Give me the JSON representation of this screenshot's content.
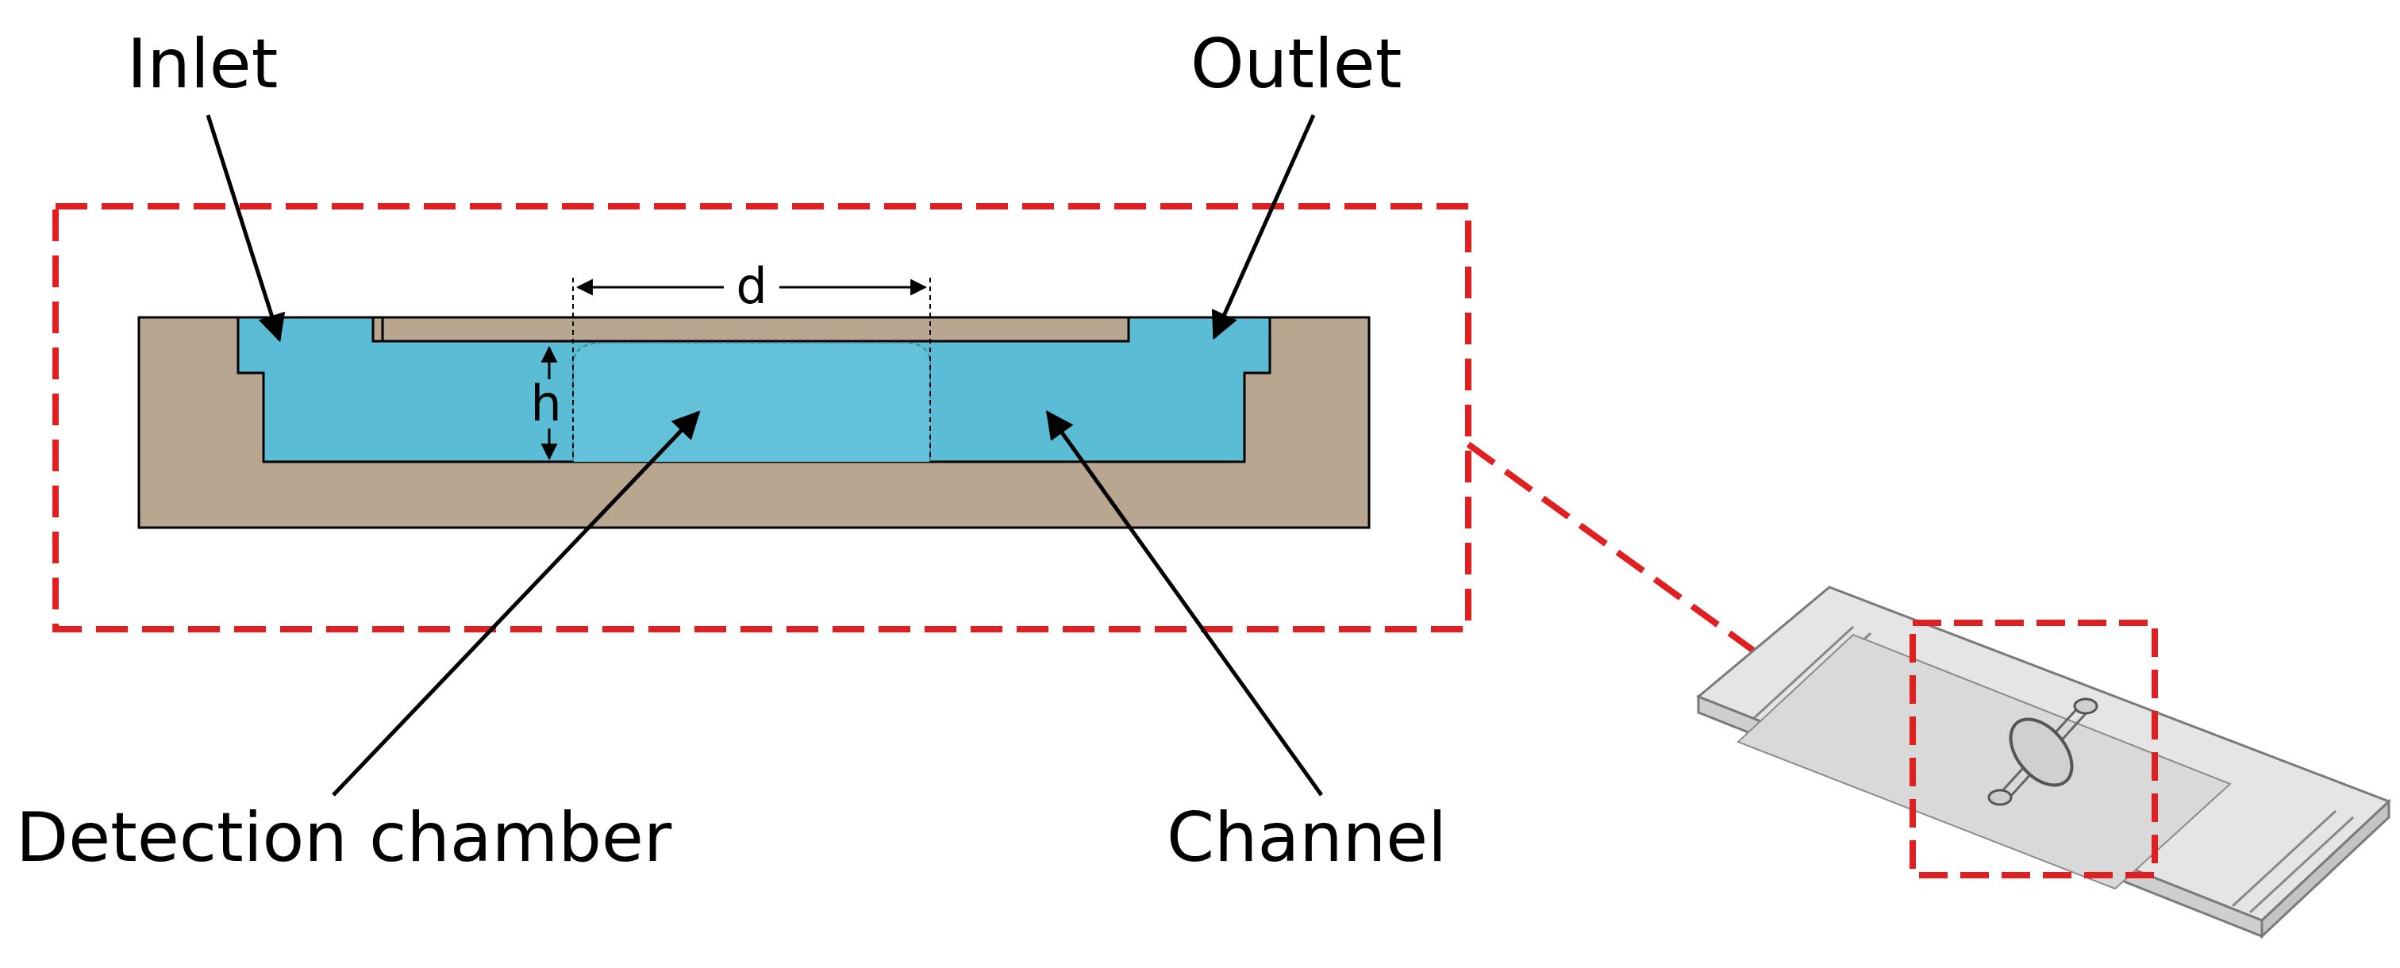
{
  "labels": {
    "inlet": "Inlet",
    "outlet": "Outlet",
    "detection_chamber": "Detection chamber",
    "channel": "Channel",
    "dimension_d": "d",
    "dimension_h": "h"
  },
  "colors": {
    "substrate": "#b8a690",
    "fluid": "#5bbcd6",
    "cover": "#b8a690",
    "highlight_box": "#e02020",
    "arrow": "#000000",
    "chip": "#e8e8e8",
    "chip_edge": "#888888"
  }
}
